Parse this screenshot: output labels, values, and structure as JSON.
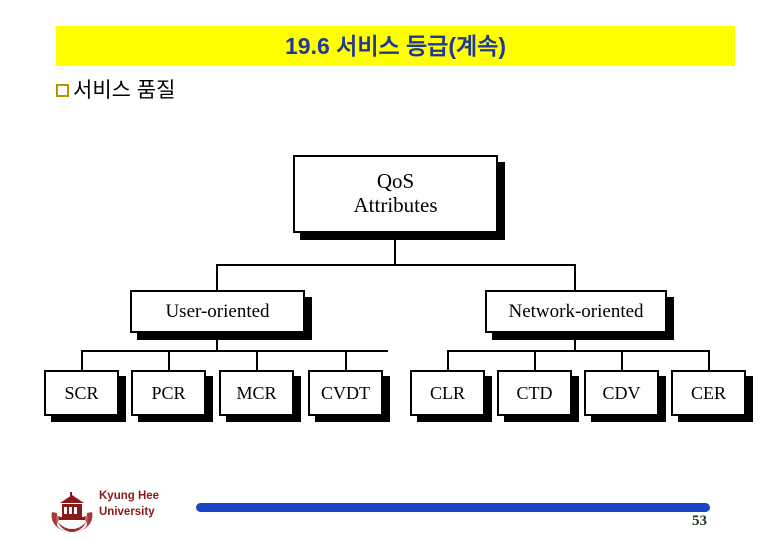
{
  "slide": {
    "title": "19.6 서비스 등급(계속)",
    "title_bg_color": "#ffff00",
    "title_text_color": "#1f3a93",
    "bullet_label": "서비스 품질",
    "bullet_icon": "hollow-square-bullet",
    "bullet_color": "#bf9000",
    "page_number": "53"
  },
  "footer": {
    "logo_icon": "kyung-hee-university-crest",
    "logo_color": "#8c1919",
    "institution_line1": "Kyung Hee",
    "institution_line2": "University",
    "institution_text": "Kyung Hee\nUniversity",
    "rule_color": "#1945c4"
  },
  "diagram": {
    "type": "tree",
    "root": {
      "id": "qos-attributes",
      "line1": "QoS",
      "line2": "Attributes"
    },
    "mid": [
      {
        "id": "user-oriented",
        "label": "User-oriented"
      },
      {
        "id": "network-oriented",
        "label": "Network-oriented"
      }
    ],
    "leaves_user": [
      {
        "id": "scr",
        "label": "SCR"
      },
      {
        "id": "pcr",
        "label": "PCR"
      },
      {
        "id": "mcr",
        "label": "MCR"
      },
      {
        "id": "cvdt",
        "label": "CVDT"
      }
    ],
    "leaves_network": [
      {
        "id": "clr",
        "label": "CLR"
      },
      {
        "id": "ctd",
        "label": "CTD"
      },
      {
        "id": "cdv",
        "label": "CDV"
      },
      {
        "id": "cer",
        "label": "CER"
      }
    ]
  }
}
